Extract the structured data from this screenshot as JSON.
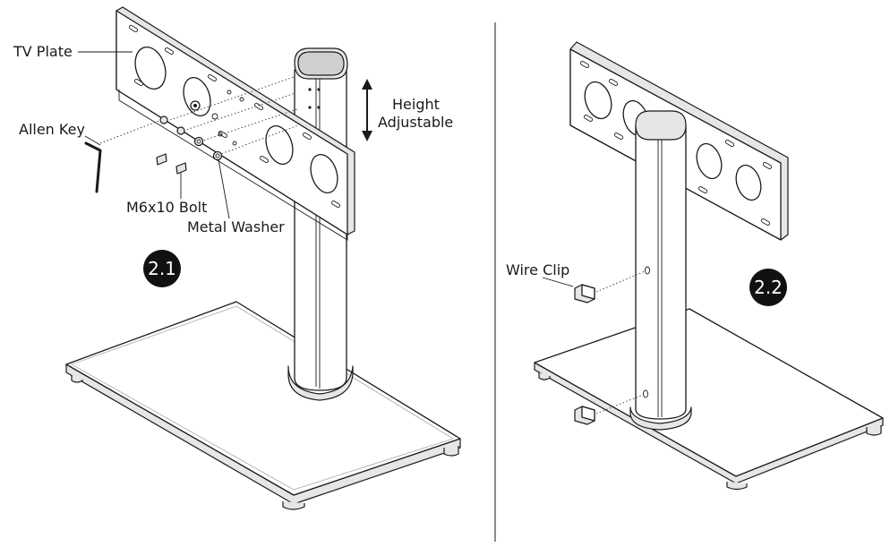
{
  "panel_left": {
    "step": "2.1",
    "labels": {
      "tv_plate": "TV Plate",
      "allen_key": "Allen Key",
      "bolt": "M6x10 Bolt",
      "washer": "Metal Washer",
      "height_line1": "Height",
      "height_line2": "Adjustable"
    }
  },
  "panel_right": {
    "step": "2.2",
    "labels": {
      "wire_clip": "Wire Clip"
    }
  }
}
